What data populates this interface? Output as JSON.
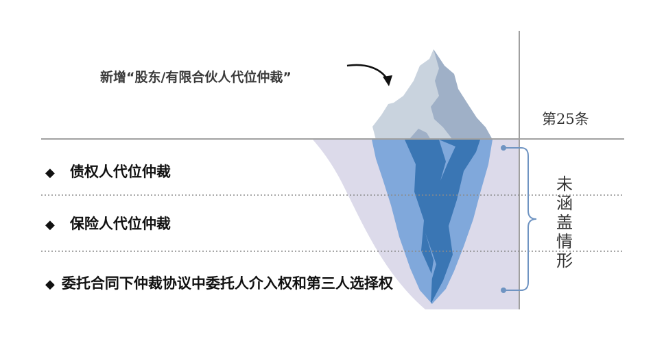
{
  "top_label": "新增“股东/有限合伙人代位仲裁”",
  "items": [
    {
      "bullet": "◆",
      "text": "债权人代位仲裁"
    },
    {
      "bullet": "◆",
      "text": "保险人代位仲裁"
    },
    {
      "bullet": "◆",
      "text": "委托合同下仲裁协议中委托人介入权和第三人选择权"
    }
  ],
  "article_label": "第25条",
  "uncovered_label": [
    "未",
    "涵",
    "盖",
    "情",
    "形"
  ],
  "colors": {
    "waterline": "#a0a0a0",
    "underwater_area": "#dcdaea",
    "iceberg_tip_light": "#c9d3de",
    "iceberg_tip_shade": "#9fb0c7",
    "iceberg_body_light": "#80a8db",
    "iceberg_body_dark": "#3a76b4",
    "bracket": "#6f94c2"
  }
}
